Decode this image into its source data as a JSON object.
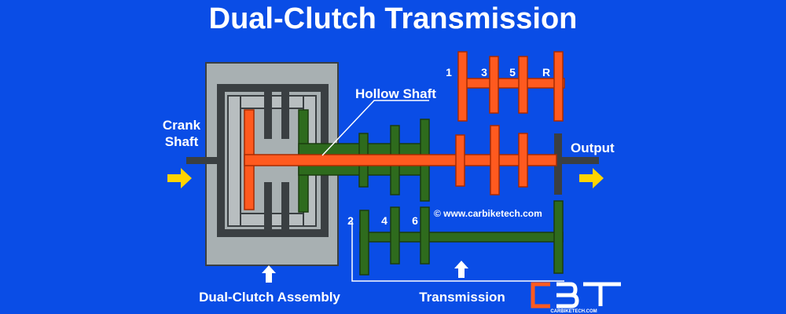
{
  "title": "Dual-Clutch Transmission",
  "labels": {
    "crank_line1": "Crank",
    "crank_line2": "Shaft",
    "hollow_shaft": "Hollow Shaft",
    "output": "Output",
    "dual_clutch_assembly": "Dual-Clutch Assembly",
    "transmission": "Transmission",
    "copyright": "© www.carbiketech.com"
  },
  "gears_odd": [
    "1",
    "3",
    "5",
    "R"
  ],
  "gears_even": [
    "2",
    "4",
    "6"
  ],
  "logo": {
    "mark": "CBT",
    "subtext": "CARBIKETECH.COM"
  },
  "colors": {
    "background": "#0a4de6",
    "clutch_housing": "#a8b0b2",
    "dark_shaft": "#3a3f42",
    "odd_shaft": "#ff5a1f",
    "even_shaft": "#2e6b1d",
    "arrow_yellow": "#ffd400",
    "label": "#ffffff"
  }
}
